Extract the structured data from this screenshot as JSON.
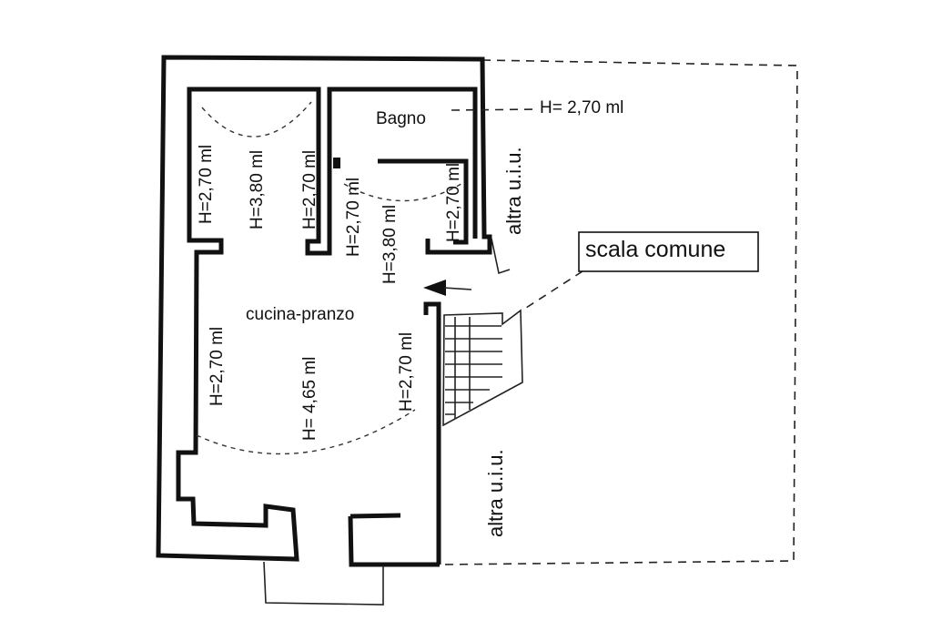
{
  "rooms": {
    "bathroom": "Bagno",
    "kitchen": "cucina-pranzo"
  },
  "labels": {
    "outdoor_height": "H= 2,70 ml",
    "stair_callout": "scala comune",
    "other_unit_top": "altra u.i.u.",
    "other_unit_bottom": "altra u.i.u."
  },
  "heights": {
    "room1_left": "H=2,70 ml",
    "room1_center": "H=3,80 ml",
    "room1_right": "H=2,70 ml",
    "corridor": "H=2,70 ml",
    "bath_center": "H=3,80 ml",
    "bath_right": "H=2,70 ml",
    "kitchen_left": "H=2,70 ml",
    "kitchen_center": "H= 4,65 ml",
    "kitchen_right": "H=2,70 ml"
  }
}
